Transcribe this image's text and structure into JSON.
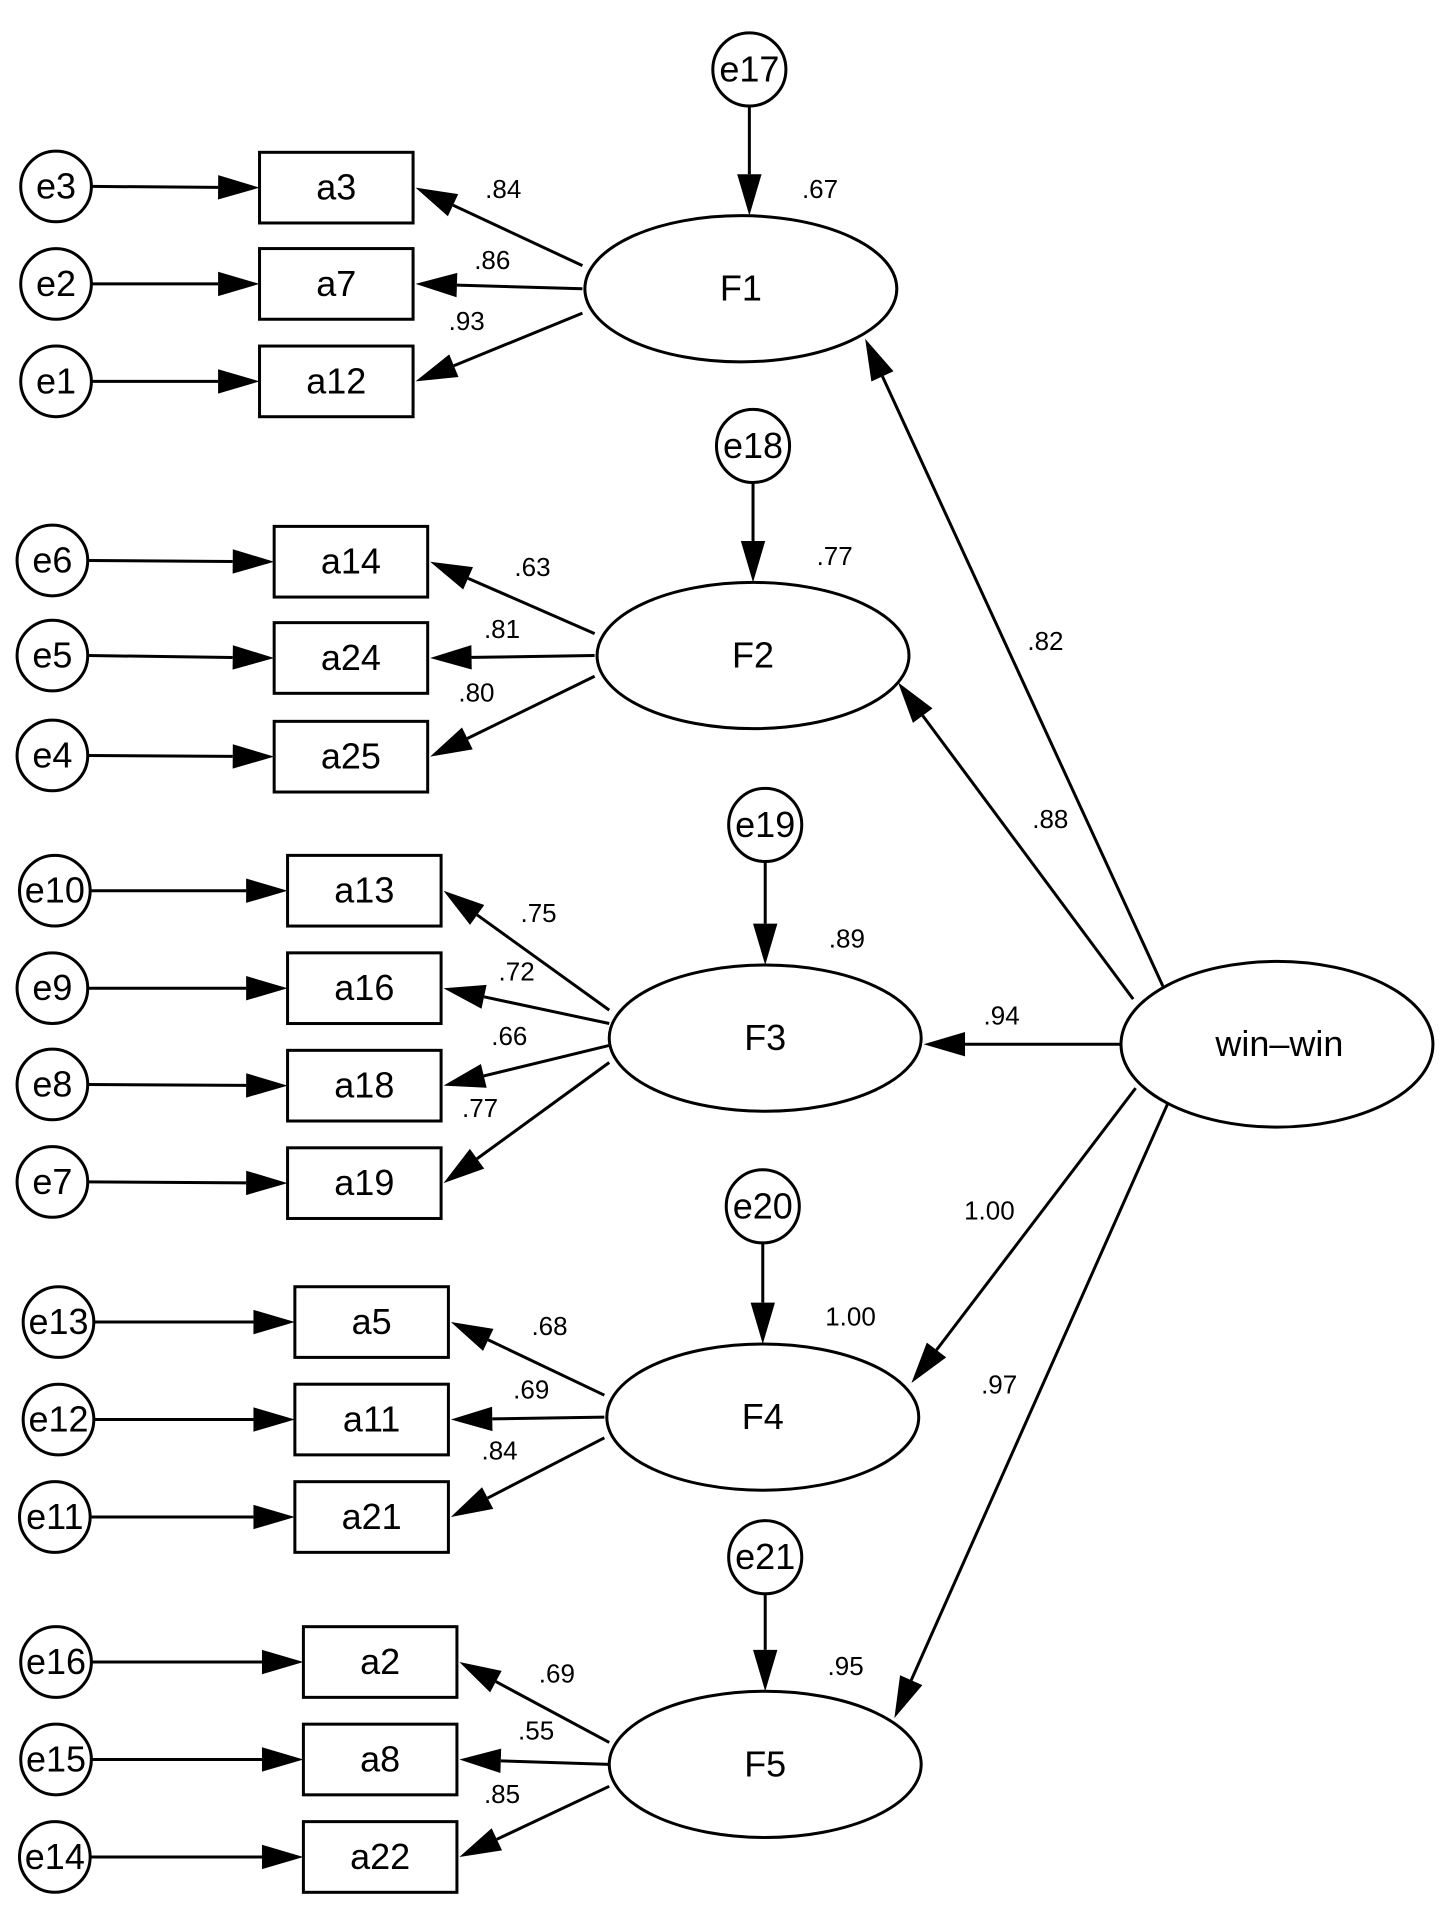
{
  "diagram": {
    "latent_factors": [
      {
        "id": "F1",
        "label": "F1",
        "r2": ".67",
        "disturbance": "e17",
        "path_from_winwin": ".82"
      },
      {
        "id": "F2",
        "label": "F2",
        "r2": ".77",
        "disturbance": "e18",
        "path_from_winwin": ".88"
      },
      {
        "id": "F3",
        "label": "F3",
        "r2": ".89",
        "disturbance": "e19",
        "path_from_winwin": ".94"
      },
      {
        "id": "F4",
        "label": "F4",
        "r2": "1.00",
        "disturbance": "e20",
        "path_from_winwin": "1.00"
      },
      {
        "id": "F5",
        "label": "F5",
        "r2": ".95",
        "disturbance": "e21",
        "path_from_winwin": ".97"
      }
    ],
    "second_order_factor": {
      "id": "win-win",
      "label": "win–win"
    },
    "indicators": [
      {
        "factor": "F1",
        "label": "a3",
        "error": "e3",
        "loading": ".84"
      },
      {
        "factor": "F1",
        "label": "a7",
        "error": "e2",
        "loading": ".86"
      },
      {
        "factor": "F1",
        "label": "a12",
        "error": "e1",
        "loading": ".93"
      },
      {
        "factor": "F2",
        "label": "a14",
        "error": "e6",
        "loading": ".63"
      },
      {
        "factor": "F2",
        "label": "a24",
        "error": "e5",
        "loading": ".81"
      },
      {
        "factor": "F2",
        "label": "a25",
        "error": "e4",
        "loading": ".80"
      },
      {
        "factor": "F3",
        "label": "a13",
        "error": "e10",
        "loading": ".75"
      },
      {
        "factor": "F3",
        "label": "a16",
        "error": "e9",
        "loading": ".72"
      },
      {
        "factor": "F3",
        "label": "a18",
        "error": "e8",
        "loading": ".66"
      },
      {
        "factor": "F3",
        "label": "a19",
        "error": "e7",
        "loading": ".77"
      },
      {
        "factor": "F4",
        "label": "a5",
        "error": "e13",
        "loading": ".68"
      },
      {
        "factor": "F4",
        "label": "a11",
        "error": "e12",
        "loading": ".69"
      },
      {
        "factor": "F4",
        "label": "a21",
        "error": "e11",
        "loading": ".84"
      },
      {
        "factor": "F5",
        "label": "a2",
        "error": "e16",
        "loading": ".69"
      },
      {
        "factor": "F5",
        "label": "a8",
        "error": "e15",
        "loading": ".55"
      },
      {
        "factor": "F5",
        "label": "a22",
        "error": "e14",
        "loading": ".85"
      }
    ]
  }
}
